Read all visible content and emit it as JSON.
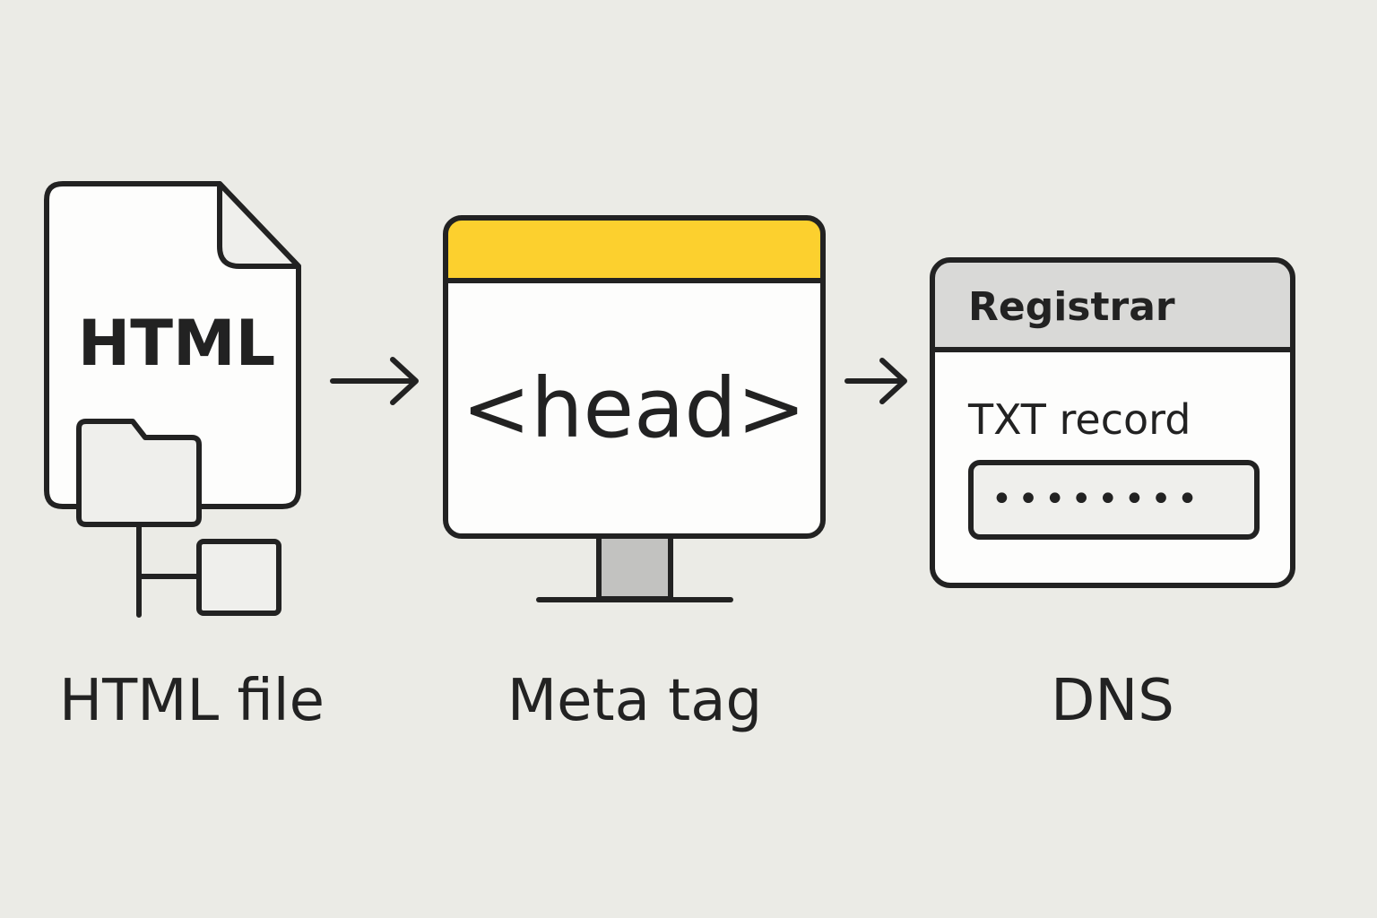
{
  "steps": [
    {
      "label": "HTML file",
      "icon_text": "HTML",
      "icon": "html-file-icon"
    },
    {
      "label": "Meta tag",
      "icon_text": "<head>",
      "icon": "monitor-icon"
    },
    {
      "label": "DNS",
      "header": "Registrar",
      "field_label": "TXT record",
      "field_value": "••••••••",
      "icon": "registrar-panel-icon"
    }
  ],
  "colors": {
    "background": "#ebebe6",
    "accent": "#fcd02e",
    "stroke": "#222222",
    "panel_header": "#d9d9d9"
  }
}
